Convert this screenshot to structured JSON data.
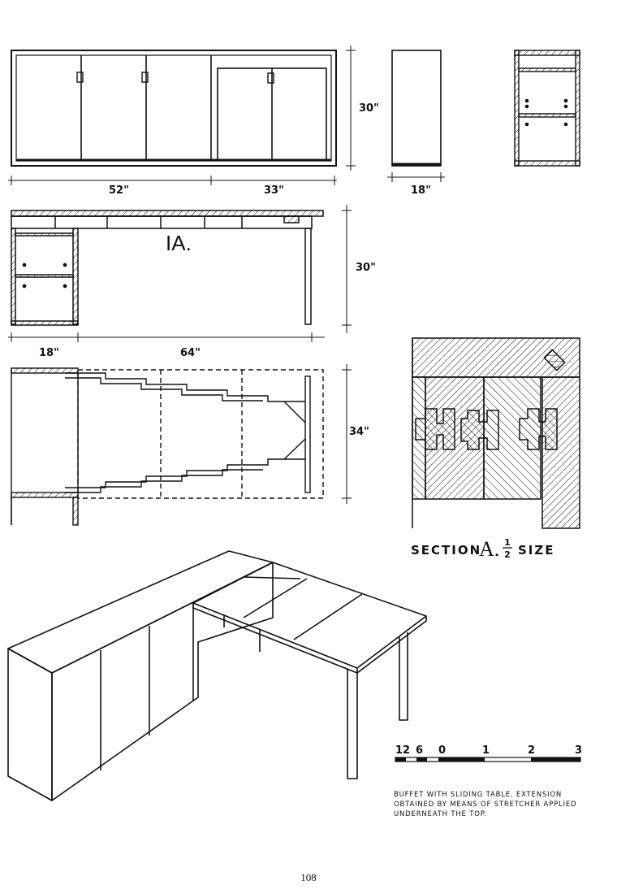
{
  "front_elevation": {
    "width_left": "52\"",
    "width_right": "33\"",
    "height": "30\""
  },
  "side_elevation": {
    "depth": "18\""
  },
  "table_elevation": {
    "label": "IA.",
    "height": "30\"",
    "cabinet_width": "18\"",
    "table_length": "64\""
  },
  "plan_view": {
    "width": "34\""
  },
  "section": {
    "word": "SECTION",
    "letter": "A.",
    "frac_num": "1",
    "frac_den": "2",
    "size_word": "SIZE"
  },
  "scale_bar": {
    "labels": [
      "12",
      "6",
      "0",
      "1",
      "2",
      "3"
    ]
  },
  "caption": "BUFFET WITH SLIDING TABLE. EXTENSION OBTAINED BY MEANS OF STRETCHER APPLIED UNDERNEATH THE TOP.",
  "page_number": "108"
}
